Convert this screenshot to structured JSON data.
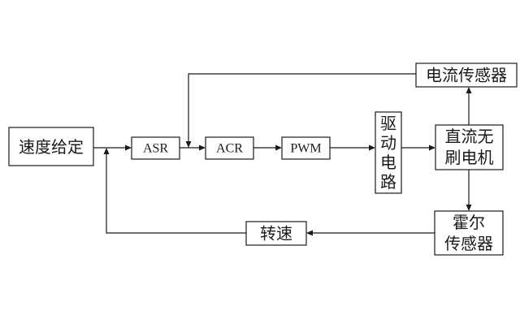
{
  "blocks": {
    "speed_setpoint": "速度给定",
    "asr": "ASR",
    "acr": "ACR",
    "pwm": "PWM",
    "drive_circuit": [
      "驱",
      "动",
      "电",
      "路"
    ],
    "bldc_motor": [
      "直流无",
      "刷电机"
    ],
    "current_sensor": "电流传感器",
    "hall_sensor": [
      "霍尔",
      "传感器"
    ],
    "speed": "转速"
  }
}
